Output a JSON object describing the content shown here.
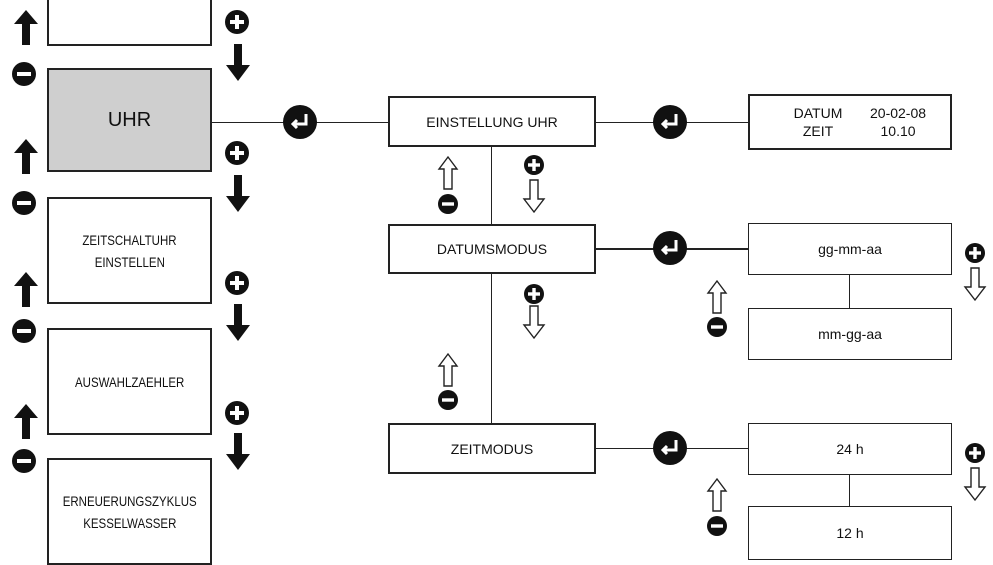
{
  "menu": {
    "items": [
      {
        "label": ""
      },
      {
        "label": "UHR"
      },
      {
        "label": "ZEITSCHALTUHR"
      },
      {
        "label": "EINSTELLEN"
      },
      {
        "label": "AUSWAHLZAEHLER"
      },
      {
        "label": "ERNEUERUNGSZYKLUS"
      },
      {
        "label": "KESSELWASSER"
      }
    ],
    "selected": "UHR"
  },
  "submenu": {
    "einstellung_uhr": "EINSTELLUNG UHR",
    "datumsmodus": "DATUMSMODUS",
    "zeitmodus": "ZEITMODUS"
  },
  "display": {
    "datum_label": "DATUM",
    "datum_value": "20-02-08",
    "zeit_label": "ZEIT",
    "zeit_value": "10.10"
  },
  "date_formats": [
    "gg-mm-aa",
    "mm-gg-aa"
  ],
  "time_formats": [
    "24 h",
    "12 h"
  ],
  "icons": {
    "enter": "enter-icon",
    "plus": "plus-icon",
    "minus": "minus-icon",
    "arrow_up": "arrow-up-icon",
    "arrow_down": "arrow-down-icon"
  },
  "colors": {
    "selected_fill": "#cfcfcf",
    "line": "#222222"
  }
}
